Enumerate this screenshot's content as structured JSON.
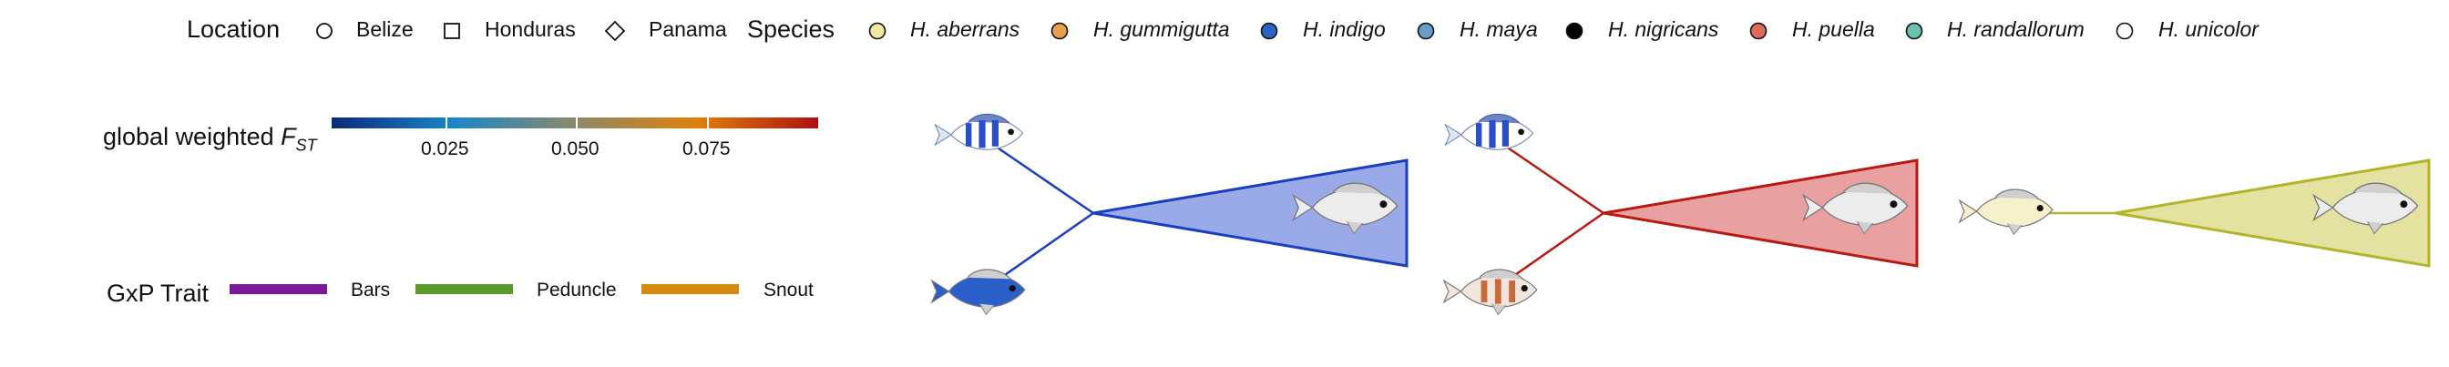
{
  "legend": {
    "location": {
      "title": "Location",
      "items": [
        {
          "label": "Belize",
          "shape": "circle"
        },
        {
          "label": "Honduras",
          "shape": "square"
        },
        {
          "label": "Panama",
          "shape": "diamond"
        }
      ]
    },
    "species": {
      "title": "Species",
      "items": [
        {
          "label": "H. aberrans",
          "color": "#f0e8a0"
        },
        {
          "label": "H. gummigutta",
          "color": "#e8a050"
        },
        {
          "label": "H. indigo",
          "color": "#2a62c8"
        },
        {
          "label": "H. maya",
          "color": "#6a9cc4"
        },
        {
          "label": "H. nigricans",
          "color": "#000000"
        },
        {
          "label": "H. puella",
          "color": "#e06a5a"
        },
        {
          "label": "H. randallorum",
          "color": "#6cc0b0"
        },
        {
          "label": "H. unicolor",
          "color": "#ffffff"
        }
      ]
    }
  },
  "fst": {
    "title_prefix": "global weighted ",
    "title_var": "F",
    "title_sub": "ST",
    "ticks": [
      "0.025",
      "0.050",
      "0.075"
    ],
    "gradient": [
      "#0a2a7a",
      "#1a86c8",
      "#8a8a6a",
      "#e0800a",
      "#b01010"
    ]
  },
  "gxp": {
    "title": "GxP Trait",
    "items": [
      {
        "label": "Bars",
        "color": "#7a1a9a"
      },
      {
        "label": "Peduncle",
        "color": "#5a9a2a"
      },
      {
        "label": "Snout",
        "color": "#d88a10"
      }
    ]
  },
  "trees": [
    {
      "name": "bars-tree",
      "color": "#1a3ec0",
      "fill": "#9aaae8"
    },
    {
      "name": "peduncle-tree",
      "color": "#b81a12",
      "fill": "#e8a0a0"
    },
    {
      "name": "snout-tree",
      "color": "#b4b42a",
      "fill": "#e4e2a0"
    }
  ]
}
